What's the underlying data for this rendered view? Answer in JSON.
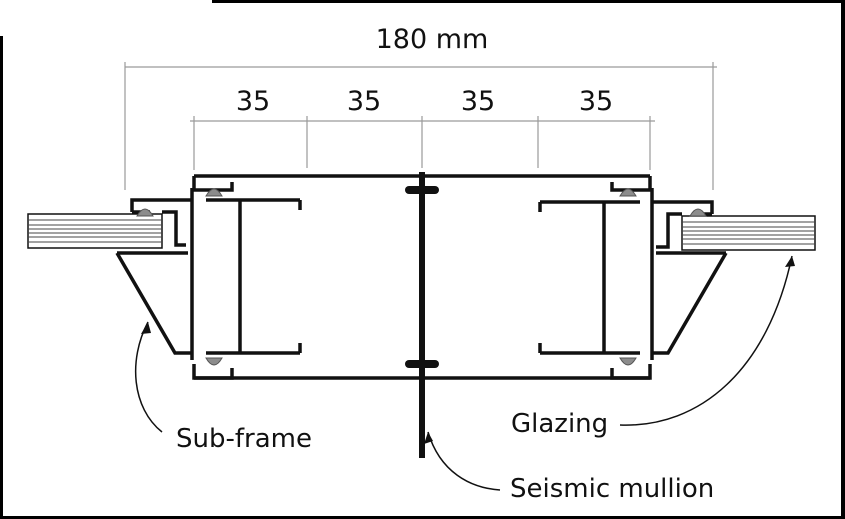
{
  "dimensions": {
    "overall": "180 mm",
    "segments": [
      "35",
      "35",
      "35",
      "35"
    ]
  },
  "callouts": {
    "sub_frame": "Sub-frame",
    "glazing": "Glazing",
    "seismic_mullion": "Seismic mullion"
  },
  "colors": {
    "background": "#ffffff",
    "outline": "#111111",
    "gasket": "#8c8c8c",
    "dimension_line": "#9a9a9a"
  }
}
